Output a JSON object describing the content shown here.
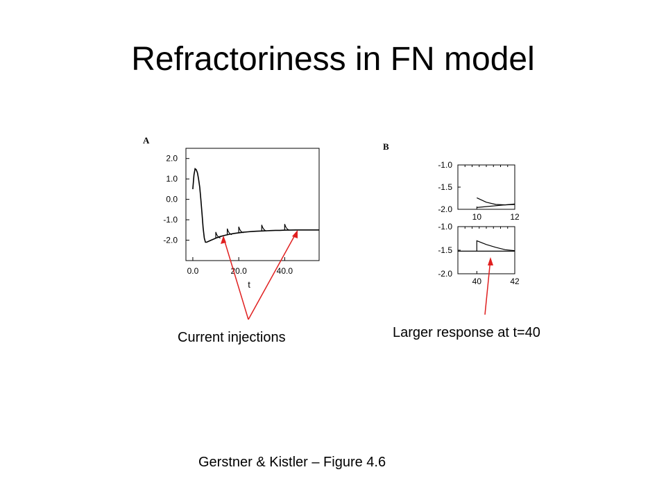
{
  "slide": {
    "title": "Refractoriness in FN model",
    "annotation_current": "Current injections",
    "annotation_larger": "Larger response at t=40",
    "source": "Gerstner & Kistler – Figure 4.6"
  },
  "colors": {
    "arrow": "#e02020",
    "line": "#000000"
  },
  "chart_data": [
    {
      "panel": "A",
      "type": "line",
      "xlabel": "t",
      "ylabel": "",
      "xlim": [
        -3,
        55
      ],
      "ylim": [
        -3.0,
        2.5
      ],
      "xticks": [
        "0.0",
        "20.0",
        "40.0"
      ],
      "xtick_values": [
        0,
        20,
        40
      ],
      "yticks": [
        "2.0",
        "1.0",
        "0.0",
        "-1.0",
        "-2.0"
      ],
      "ytick_values": [
        2,
        1,
        0,
        -1,
        -2
      ],
      "grid": false,
      "series": [
        {
          "x": [
            0,
            0.5,
            1,
            1.5,
            2,
            2.5,
            3,
            3.5,
            4,
            4.5,
            5,
            5.5,
            6,
            7,
            8,
            9,
            10,
            12,
            14,
            16,
            18,
            20,
            22,
            24,
            26,
            28,
            30,
            32,
            34,
            36,
            38,
            40,
            45,
            50,
            55
          ],
          "y": [
            0.5,
            1.2,
            1.5,
            1.45,
            1.3,
            1.0,
            0.6,
            0.0,
            -0.7,
            -1.4,
            -1.9,
            -2.1,
            -2.1,
            -2.05,
            -2.0,
            -1.95,
            -1.9,
            -1.82,
            -1.76,
            -1.71,
            -1.67,
            -1.64,
            -1.61,
            -1.59,
            -1.57,
            -1.56,
            -1.55,
            -1.54,
            -1.53,
            -1.52,
            -1.52,
            -1.51,
            -1.5,
            -1.5,
            -1.5
          ]
        }
      ],
      "pulses_t": [
        10,
        15,
        20,
        30,
        40
      ],
      "pulse_height": 0.3
    },
    {
      "panel": "B",
      "subplot": "top",
      "type": "line",
      "xlim": [
        9,
        12
      ],
      "ylim": [
        -2.0,
        -1.0
      ],
      "xticks": [
        "10",
        "12"
      ],
      "xtick_values": [
        10,
        12
      ],
      "yticks": [
        "-1.0",
        "-1.5",
        "-2.0"
      ],
      "ytick_values": [
        -1.0,
        -1.5,
        -2.0
      ],
      "baseline": [
        {
          "x": 10,
          "y": -1.96
        },
        {
          "x": 12,
          "y": -1.88
        }
      ],
      "response": [
        {
          "x": 10,
          "y": -1.74
        },
        {
          "x": 10.5,
          "y": -1.84
        },
        {
          "x": 11,
          "y": -1.89
        },
        {
          "x": 11.5,
          "y": -1.9
        },
        {
          "x": 12,
          "y": -1.89
        }
      ]
    },
    {
      "panel": "B",
      "subplot": "bottom",
      "type": "line",
      "xlim": [
        39,
        42
      ],
      "ylim": [
        -2.0,
        -1.0
      ],
      "xticks": [
        "40",
        "42"
      ],
      "xtick_values": [
        40,
        42
      ],
      "yticks": [
        "-1.0",
        "-1.5",
        "-2.0"
      ],
      "ytick_values": [
        -1.0,
        -1.5,
        -2.0
      ],
      "baseline": [
        {
          "x": 39,
          "y": -1.52
        },
        {
          "x": 42,
          "y": -1.52
        }
      ],
      "response": [
        {
          "x": 40,
          "y": -1.52
        },
        {
          "x": 40,
          "y": -1.3
        },
        {
          "x": 40.5,
          "y": -1.38
        },
        {
          "x": 41,
          "y": -1.44
        },
        {
          "x": 41.5,
          "y": -1.49
        },
        {
          "x": 42,
          "y": -1.51
        }
      ]
    }
  ]
}
